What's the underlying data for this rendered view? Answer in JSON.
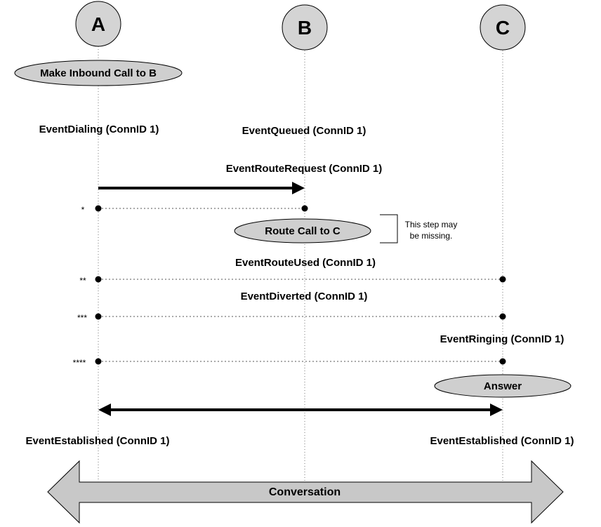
{
  "actors": {
    "a": "A",
    "b": "B",
    "c": "C"
  },
  "steps": {
    "make_call": "Make Inbound Call to B",
    "route_call": "Route Call to C",
    "answer": "Answer"
  },
  "events": {
    "dialing": "EventDialing (ConnID 1)",
    "queued": "EventQueued (ConnID 1)",
    "route_request": "EventRouteRequest (ConnID 1)",
    "route_used": "EventRouteUsed (ConnID 1)",
    "diverted": "EventDiverted (ConnID 1)",
    "ringing": "EventRinging (ConnID 1)",
    "established_a": "EventEstablished (ConnID 1)",
    "established_c": "EventEstablished (ConnID 1)"
  },
  "markers": {
    "m1": "*",
    "m2": "**",
    "m3": "***",
    "m4": "****"
  },
  "note": {
    "line1": "This step may",
    "line2": "be missing."
  },
  "conversation": "Conversation",
  "colors": {
    "circle_fill": "#d4d4d4",
    "ellipse_fill": "#cfcfcf",
    "conversation_fill": "#c8c8c8",
    "ink": "#000000"
  }
}
